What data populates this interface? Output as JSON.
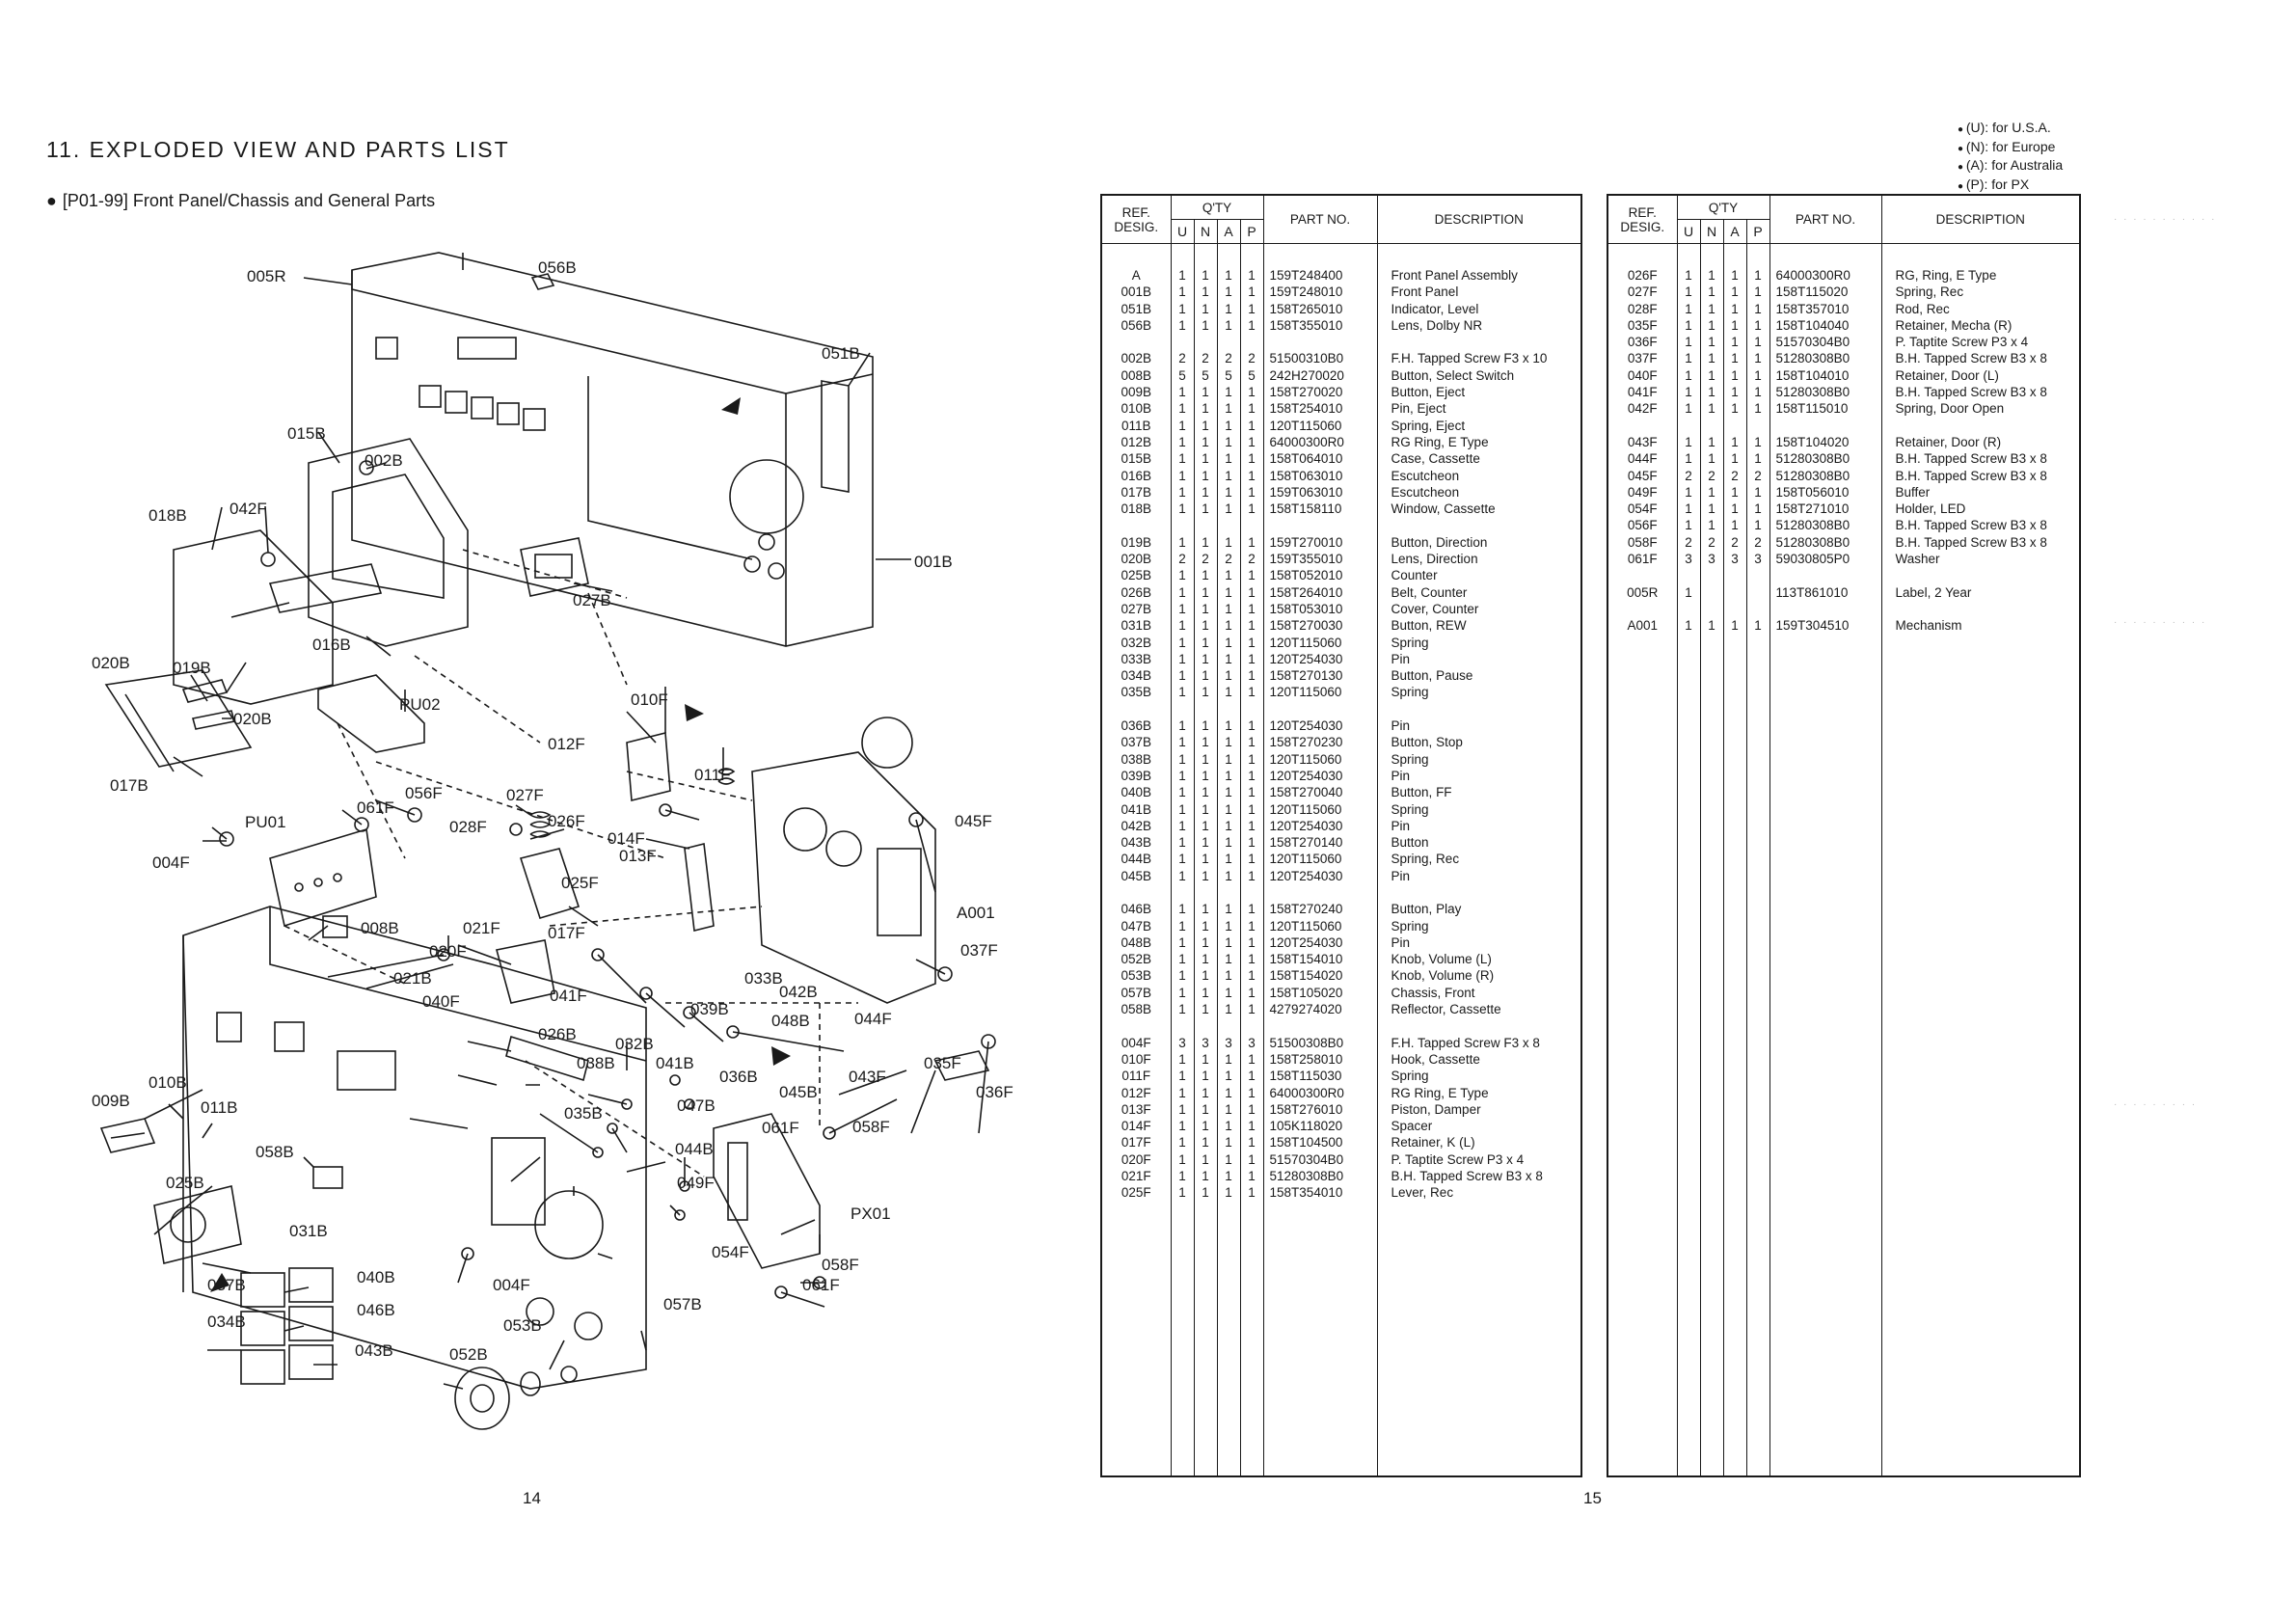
{
  "left_page": {
    "title": "11.  EXPLODED VIEW AND PARTS LIST",
    "subtitle_bullet": "●",
    "subtitle": "[P01-99] Front Panel/Chassis and General Parts",
    "page_number": "14"
  },
  "right_page": {
    "page_number": "15",
    "notes": [
      "(U): for U.S.A.",
      "(N): for Europe",
      "(A): for Australia",
      "(P): for PX"
    ]
  },
  "table_headers": {
    "ref1": "REF.",
    "ref2": "DESIG.",
    "qty": "Q'TY",
    "u": "U",
    "n": "N",
    "a": "A",
    "p": "P",
    "part": "PART NO.",
    "desc": "DESCRIPTION"
  },
  "diagram_labels": [
    "005R",
    "056B",
    "051B",
    "015B",
    "002B",
    "018B",
    "042F",
    "001B",
    "027B",
    "016B",
    "020B",
    "019B",
    "020B",
    "017B",
    "PU02",
    "010F",
    "012F",
    "011F",
    "045F",
    "PU01",
    "061F",
    "056F",
    "027F",
    "026F",
    "028F",
    "014F",
    "013F",
    "004F",
    "025F",
    "A001",
    "008B",
    "021F",
    "017F",
    "037F",
    "020F",
    "021B",
    "033B",
    "040F",
    "041F",
    "039B",
    "042B",
    "048B",
    "044F",
    "026B",
    "032B",
    "038B",
    "041B",
    "036B",
    "043F",
    "035F",
    "036F",
    "010B",
    "009B",
    "011B",
    "035B",
    "047B",
    "045B",
    "061F",
    "058F",
    "044B",
    "058B",
    "049F",
    "025B",
    "PX01",
    "031B",
    "054F",
    "058F",
    "061F",
    "037B",
    "040B",
    "004F",
    "034B",
    "046B",
    "057B",
    "053B",
    "043B",
    "052B"
  ],
  "parts_left": [
    [
      "A",
      "1",
      "1",
      "1",
      "1",
      "159T248400",
      "Front Panel Assembly"
    ],
    [
      "001B",
      "1",
      "1",
      "1",
      "1",
      "159T248010",
      "Front Panel"
    ],
    [
      "051B",
      "1",
      "1",
      "1",
      "1",
      "158T265010",
      "Indicator, Level"
    ],
    [
      "056B",
      "1",
      "1",
      "1",
      "1",
      "158T355010",
      "Lens, Dolby NR"
    ],
    null,
    [
      "002B",
      "2",
      "2",
      "2",
      "2",
      "51500310B0",
      "F.H. Tapped Screw  F3 x 10"
    ],
    [
      "008B",
      "5",
      "5",
      "5",
      "5",
      "242H270020",
      "Button, Select Switch"
    ],
    [
      "009B",
      "1",
      "1",
      "1",
      "1",
      "158T270020",
      "Button, Eject"
    ],
    [
      "010B",
      "1",
      "1",
      "1",
      "1",
      "158T254010",
      "Pin, Eject"
    ],
    [
      "011B",
      "1",
      "1",
      "1",
      "1",
      "120T115060",
      "Spring, Eject"
    ],
    [
      "012B",
      "1",
      "1",
      "1",
      "1",
      "64000300R0",
      "RG Ring, E Type"
    ],
    [
      "015B",
      "1",
      "1",
      "1",
      "1",
      "158T064010",
      "Case, Cassette"
    ],
    [
      "016B",
      "1",
      "1",
      "1",
      "1",
      "158T063010",
      "Escutcheon"
    ],
    [
      "017B",
      "1",
      "1",
      "1",
      "1",
      "159T063010",
      "Escutcheon"
    ],
    [
      "018B",
      "1",
      "1",
      "1",
      "1",
      "158T158110",
      "Window, Cassette"
    ],
    null,
    [
      "019B",
      "1",
      "1",
      "1",
      "1",
      "159T270010",
      "Button, Direction"
    ],
    [
      "020B",
      "2",
      "2",
      "2",
      "2",
      "159T355010",
      "Lens, Direction"
    ],
    [
      "025B",
      "1",
      "1",
      "1",
      "1",
      "158T052010",
      "Counter"
    ],
    [
      "026B",
      "1",
      "1",
      "1",
      "1",
      "158T264010",
      "Belt, Counter"
    ],
    [
      "027B",
      "1",
      "1",
      "1",
      "1",
      "158T053010",
      "Cover, Counter"
    ],
    [
      "031B",
      "1",
      "1",
      "1",
      "1",
      "158T270030",
      "Button, REW"
    ],
    [
      "032B",
      "1",
      "1",
      "1",
      "1",
      "120T115060",
      "Spring"
    ],
    [
      "033B",
      "1",
      "1",
      "1",
      "1",
      "120T254030",
      "Pin"
    ],
    [
      "034B",
      "1",
      "1",
      "1",
      "1",
      "158T270130",
      "Button, Pause"
    ],
    [
      "035B",
      "1",
      "1",
      "1",
      "1",
      "120T115060",
      "Spring"
    ],
    null,
    [
      "036B",
      "1",
      "1",
      "1",
      "1",
      "120T254030",
      "Pin"
    ],
    [
      "037B",
      "1",
      "1",
      "1",
      "1",
      "158T270230",
      "Button, Stop"
    ],
    [
      "038B",
      "1",
      "1",
      "1",
      "1",
      "120T115060",
      "Spring"
    ],
    [
      "039B",
      "1",
      "1",
      "1",
      "1",
      "120T254030",
      "Pin"
    ],
    [
      "040B",
      "1",
      "1",
      "1",
      "1",
      "158T270040",
      "Button, FF"
    ],
    [
      "041B",
      "1",
      "1",
      "1",
      "1",
      "120T115060",
      "Spring"
    ],
    [
      "042B",
      "1",
      "1",
      "1",
      "1",
      "120T254030",
      "Pin"
    ],
    [
      "043B",
      "1",
      "1",
      "1",
      "1",
      "158T270140",
      "Button"
    ],
    [
      "044B",
      "1",
      "1",
      "1",
      "1",
      "120T115060",
      "Spring, Rec"
    ],
    [
      "045B",
      "1",
      "1",
      "1",
      "1",
      "120T254030",
      "Pin"
    ],
    null,
    [
      "046B",
      "1",
      "1",
      "1",
      "1",
      "158T270240",
      "Button, Play"
    ],
    [
      "047B",
      "1",
      "1",
      "1",
      "1",
      "120T115060",
      "Spring"
    ],
    [
      "048B",
      "1",
      "1",
      "1",
      "1",
      "120T254030",
      "Pin"
    ],
    [
      "052B",
      "1",
      "1",
      "1",
      "1",
      "158T154010",
      "Knob, Volume (L)"
    ],
    [
      "053B",
      "1",
      "1",
      "1",
      "1",
      "158T154020",
      "Knob, Volume (R)"
    ],
    [
      "057B",
      "1",
      "1",
      "1",
      "1",
      "158T105020",
      "Chassis, Front"
    ],
    [
      "058B",
      "1",
      "1",
      "1",
      "1",
      "4279274020",
      "Reflector, Cassette"
    ],
    null,
    [
      "004F",
      "3",
      "3",
      "3",
      "3",
      "51500308B0",
      "F.H. Tapped Screw  F3 x 8"
    ],
    [
      "010F",
      "1",
      "1",
      "1",
      "1",
      "158T258010",
      "Hook, Cassette"
    ],
    [
      "011F",
      "1",
      "1",
      "1",
      "1",
      "158T115030",
      "Spring"
    ],
    [
      "012F",
      "1",
      "1",
      "1",
      "1",
      "64000300R0",
      "RG Ring, E Type"
    ],
    [
      "013F",
      "1",
      "1",
      "1",
      "1",
      "158T276010",
      "Piston, Damper"
    ],
    [
      "014F",
      "1",
      "1",
      "1",
      "1",
      "105K118020",
      "Spacer"
    ],
    [
      "017F",
      "1",
      "1",
      "1",
      "1",
      "158T104500",
      "Retainer, K (L)"
    ],
    [
      "020F",
      "1",
      "1",
      "1",
      "1",
      "51570304B0",
      "P. Taptite Screw      P3 x 4"
    ],
    [
      "021F",
      "1",
      "1",
      "1",
      "1",
      "51280308B0",
      "B.H. Tapped Screw  B3 x 8"
    ],
    [
      "025F",
      "1",
      "1",
      "1",
      "1",
      "158T354010",
      "Lever, Rec"
    ]
  ],
  "parts_right": [
    [
      "026F",
      "1",
      "1",
      "1",
      "1",
      "64000300R0",
      "RG, Ring, E Type"
    ],
    [
      "027F",
      "1",
      "1",
      "1",
      "1",
      "158T115020",
      "Spring, Rec"
    ],
    [
      "028F",
      "1",
      "1",
      "1",
      "1",
      "158T357010",
      "Rod, Rec"
    ],
    [
      "035F",
      "1",
      "1",
      "1",
      "1",
      "158T104040",
      "Retainer, Mecha (R)"
    ],
    [
      "036F",
      "1",
      "1",
      "1",
      "1",
      "51570304B0",
      "P. Taptite Screw      P3 x 4"
    ],
    [
      "037F",
      "1",
      "1",
      "1",
      "1",
      "51280308B0",
      "B.H. Tapped Screw  B3 x 8"
    ],
    [
      "040F",
      "1",
      "1",
      "1",
      "1",
      "158T104010",
      "Retainer, Door (L)"
    ],
    [
      "041F",
      "1",
      "1",
      "1",
      "1",
      "51280308B0",
      "B.H. Tapped Screw  B3 x 8"
    ],
    [
      "042F",
      "1",
      "1",
      "1",
      "1",
      "158T115010",
      "Spring, Door Open"
    ],
    null,
    [
      "043F",
      "1",
      "1",
      "1",
      "1",
      "158T104020",
      "Retainer, Door (R)"
    ],
    [
      "044F",
      "1",
      "1",
      "1",
      "1",
      "51280308B0",
      "B.H. Tapped Screw  B3 x 8"
    ],
    [
      "045F",
      "2",
      "2",
      "2",
      "2",
      "51280308B0",
      "B.H. Tapped Screw  B3 x 8"
    ],
    [
      "049F",
      "1",
      "1",
      "1",
      "1",
      "158T056010",
      "Buffer"
    ],
    [
      "054F",
      "1",
      "1",
      "1",
      "1",
      "158T271010",
      "Holder, LED"
    ],
    [
      "056F",
      "1",
      "1",
      "1",
      "1",
      "51280308B0",
      "B.H. Tapped Screw  B3 x 8"
    ],
    [
      "058F",
      "2",
      "2",
      "2",
      "2",
      "51280308B0",
      "B.H. Tapped Screw  B3 x 8"
    ],
    [
      "061F",
      "3",
      "3",
      "3",
      "3",
      "59030805P0",
      "Washer"
    ],
    null,
    [
      "005R",
      "1",
      "",
      "",
      "",
      "113T861010",
      "Label, 2 Year"
    ],
    null,
    [
      "A001",
      "1",
      "1",
      "1",
      "1",
      "159T304510",
      "Mechanism"
    ]
  ]
}
